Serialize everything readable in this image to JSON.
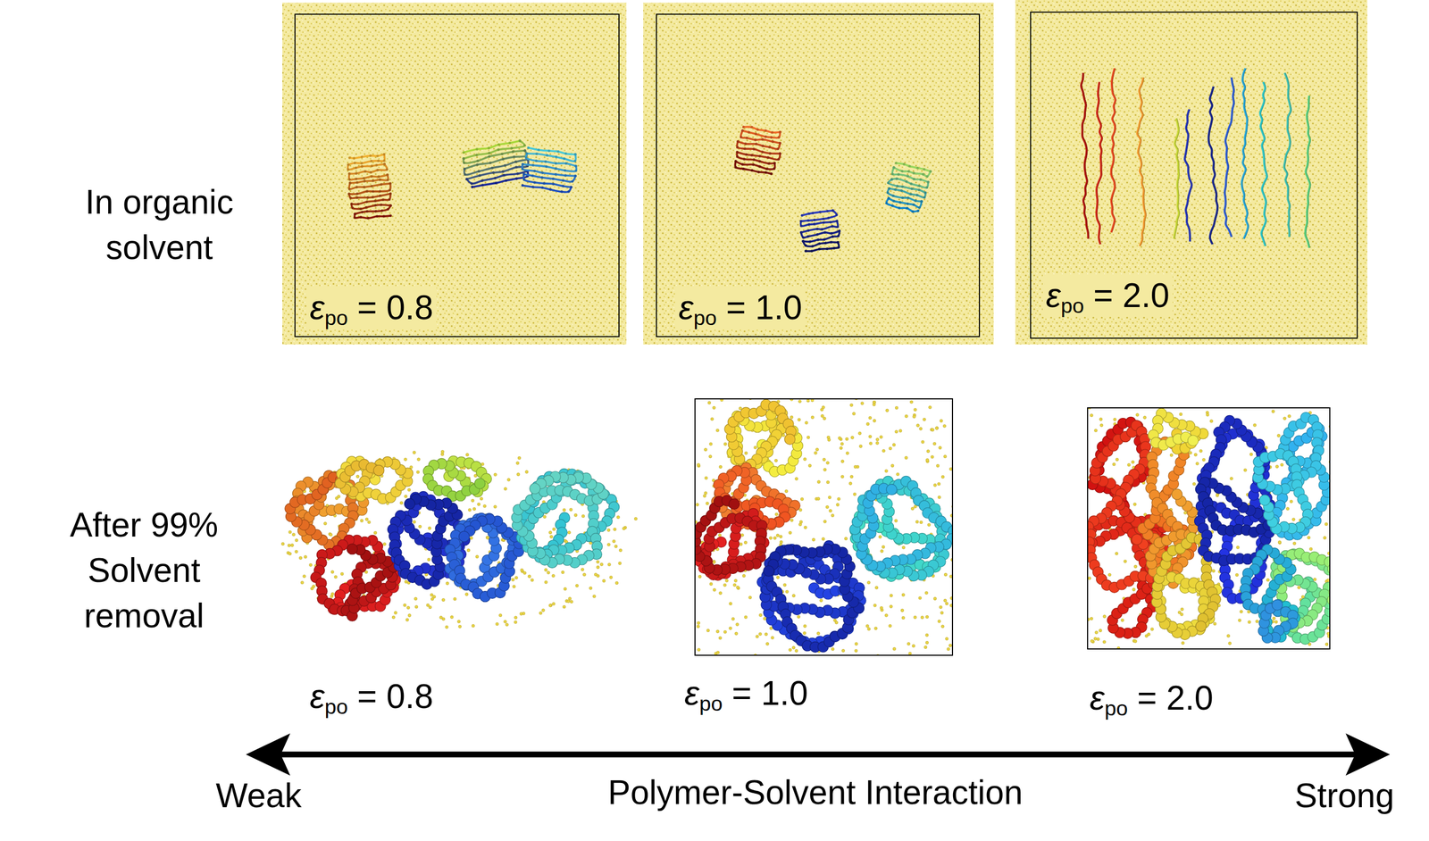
{
  "diagram": {
    "nodes": [
      {
        "text": [
          "εpo = 0.8"
        ]
      },
      {
        "text": [
          "εpo = 1.0"
        ]
      },
      {
        "text": [
          "εpo = 2.0"
        ]
      },
      {
        "text": [
          "εpo = 0.8"
        ]
      },
      {
        "text": [
          "εpo = 1.0"
        ]
      },
      {
        "text": [
          "εpo = 2.0"
        ]
      }
    ],
    "labels": [
      "In organic solvent",
      "After 99% Solvent removal",
      "Weak",
      "Polymer-Solvent Interaction",
      "Strong"
    ]
  }
}
